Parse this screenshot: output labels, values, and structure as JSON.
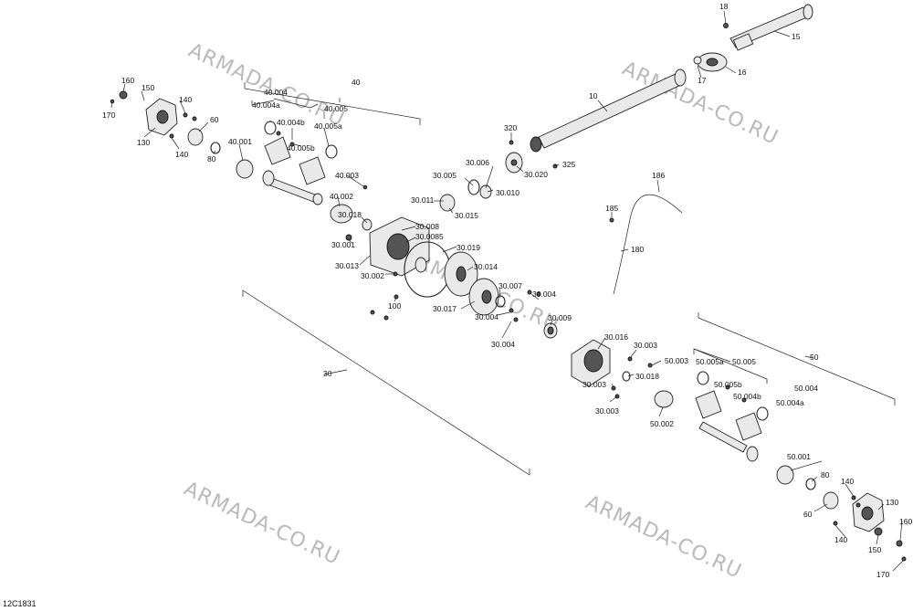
{
  "watermarks": [
    "ARMADA-CO.RU",
    "ARMADA-CO.RU",
    "ARMADA-CO.RU",
    "ARMADA-CO.RU",
    "ARMADA-CO.RU"
  ],
  "drawing_code": "12C1831",
  "callouts": {
    "c18": "18",
    "c15": "15",
    "c16": "16",
    "c17": "17",
    "c10": "10",
    "c320": "320",
    "c325": "325",
    "c30_020": "30.020",
    "c30_006": "30.006",
    "c30_005": "30.005",
    "c30_010": "30.010",
    "c30_011": "30.011",
    "c30_015": "30.015",
    "c30_018a": "30.018",
    "c30_008": "30.008",
    "c30_0085": "30.0085",
    "c30_019": "30.019",
    "c30_001": "30.001",
    "c30_013": "30.013",
    "c30_014": "30.014",
    "c30_002": "30.002",
    "c30_007": "30.007",
    "c30_004a": "30.004",
    "c30_017": "30.017",
    "c30_004b": "30.004",
    "c30_004c": "30.004",
    "c30_009": "30.009",
    "c100": "100",
    "c30": "30",
    "c40": "40",
    "c40_004": "40.004",
    "c40_004a": "40.004a",
    "c40_005": "40.005",
    "c40_004b": "40.004b",
    "c40_005a": "40.005a",
    "c40_005b": "40.005b",
    "c40_001": "40.001",
    "c40_003": "40.003",
    "c40_002": "40.002",
    "l160": "160",
    "l150": "150",
    "l170": "170",
    "l140a": "140",
    "l60": "60",
    "l130": "130",
    "l140b": "140",
    "l80": "80",
    "c185": "185",
    "c186": "186",
    "c180": "180",
    "c30_016": "30.016",
    "c30_003a": "30.003",
    "c50_003": "50.003",
    "c30_018b": "30.018",
    "c30_003b": "30.003",
    "c30_003c": "30.003",
    "c50_002": "50.002",
    "c50": "50",
    "c50_005a": "50.005a",
    "c50_005": "50.005",
    "c50_005b": "50.005b",
    "c50_004": "50.004",
    "c50_004b": "50.004b",
    "c50_004a": "50.004a",
    "c50_001": "50.001",
    "r80": "80",
    "r60": "60",
    "r140a": "140",
    "r130": "130",
    "r140b": "140",
    "r150": "150",
    "r160": "160",
    "r170": "170"
  }
}
